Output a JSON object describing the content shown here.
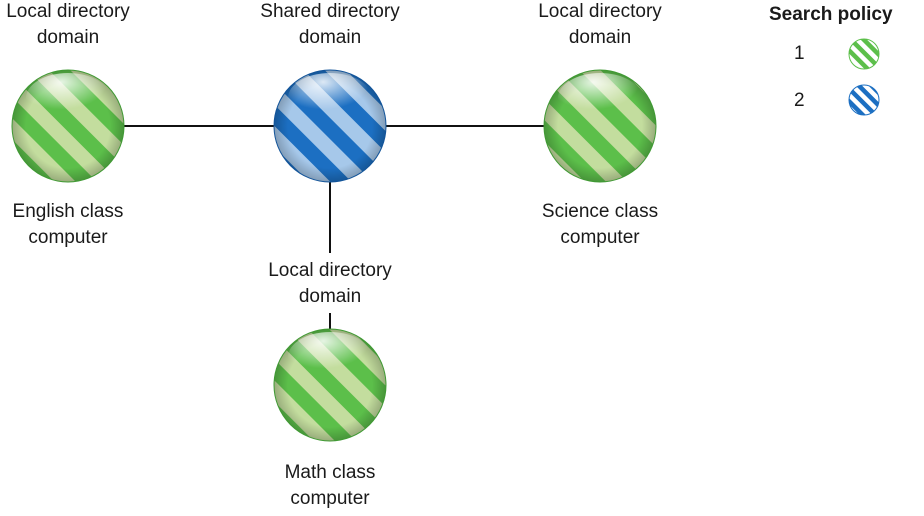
{
  "colors": {
    "green_base": "#5cbf4a",
    "green_stripe": "#c3dd9e",
    "blue_base": "#1c6fc2",
    "blue_stripe": "#a6c8ea",
    "line": "#111111"
  },
  "nodes": {
    "shared": {
      "icon": "blue-striped-sphere-icon",
      "label_line1": "Shared directory",
      "label_line2": "domain"
    },
    "english": {
      "icon": "green-striped-sphere-icon",
      "domain_line1": "Local directory",
      "domain_line2": "domain",
      "computer_line1": "English class",
      "computer_line2": "computer"
    },
    "science": {
      "icon": "green-striped-sphere-icon",
      "domain_line1": "Local directory",
      "domain_line2": "domain",
      "computer_line1": "Science class",
      "computer_line2": "computer"
    },
    "math": {
      "icon": "green-striped-sphere-icon",
      "domain_line1": "Local directory",
      "domain_line2": "domain",
      "computer_line1": "Math class",
      "computer_line2": "computer"
    }
  },
  "legend": {
    "title": "Search policy",
    "items": [
      {
        "number": "1",
        "icon": "green-striped-ball-icon"
      },
      {
        "number": "2",
        "icon": "blue-striped-ball-icon"
      }
    ]
  }
}
